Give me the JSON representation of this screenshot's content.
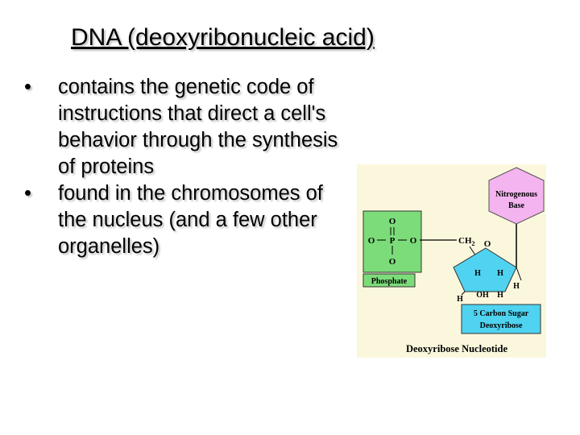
{
  "slide": {
    "title": "DNA (deoxyribonucleic acid)",
    "bullets": [
      "contains the genetic code of instructions that direct a cell's behavior through the synthesis of proteins",
      "found in the chromosomes of the nucleus (and a few other organelles)"
    ],
    "bullet_char": "•"
  },
  "figure": {
    "base_label_1": "Nitrogenous",
    "base_label_2": "Base",
    "phosphate_label": "Phosphate",
    "phosphate_o_top": "O",
    "phosphate_o_left": "O",
    "phosphate_p": "P",
    "phosphate_o_right": "O",
    "phosphate_o_bottom": "O",
    "ch2": "CH",
    "ch2_sub": "2",
    "ring_o": "O",
    "h_left": "H",
    "h_right": "H",
    "h_far_right": "H",
    "h_bottom_left": "H",
    "oh": "OH",
    "h_bottom_right": "H",
    "sugar_label_1": "5 Carbon Sugar",
    "sugar_label_2": "Deoxyribose",
    "caption": "Deoxyribose Nucleotide",
    "colors": {
      "background": "#fbf7dd",
      "base": "#f4b4f0",
      "phosphate": "#7ddc7a",
      "sugar": "#4fd3f0",
      "sugar_label_box": "#4fd3f0"
    }
  }
}
